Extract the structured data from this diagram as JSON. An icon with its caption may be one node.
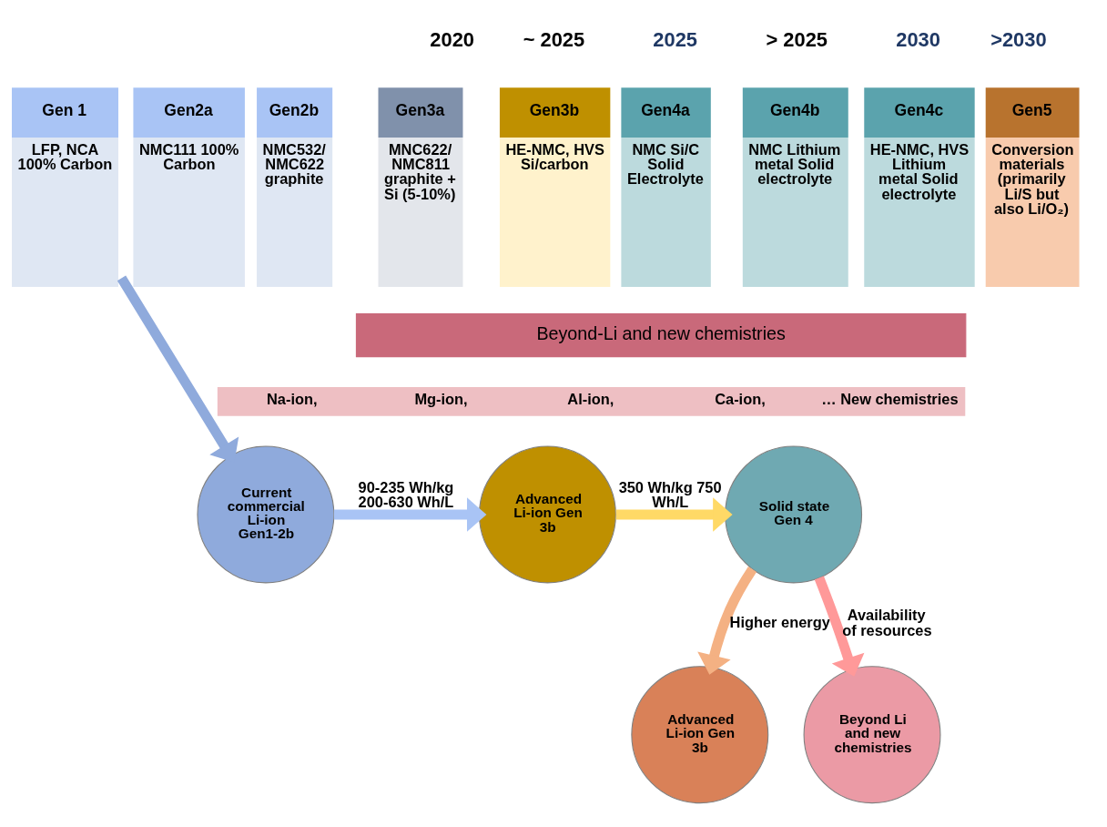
{
  "diagram": {
    "nodes": [
      {
        "text": [
          "Gen 1",
          "LFP, NCA 100% Carbon"
        ]
      },
      {
        "text": [
          "Gen2a",
          "NMC111 100% Carbon"
        ]
      },
      {
        "text": [
          "Gen2b",
          "NMC532/ NMC622 graphite"
        ]
      },
      {
        "text": [
          "Gen3a",
          "MNC622/ NMC811 graphite + Si (5-10%)"
        ]
      },
      {
        "text": [
          "Gen3b",
          "HE-NMC, HVS Si/carbon"
        ]
      },
      {
        "text": [
          "Gen4a",
          "NMC Si/C Solid Electrolyte"
        ]
      },
      {
        "text": [
          "Gen4b",
          "NMC Lithium metal Solid electrolyte"
        ]
      },
      {
        "text": [
          "Gen4c",
          "HE-NMC, HVS Lithium metal Solid electrolyte"
        ]
      },
      {
        "text": [
          "Gen5",
          "Conversion materials (primarily Li/S but also Li/O₂)"
        ]
      },
      {
        "text": [
          "Beyond-Li and new chemistries"
        ]
      },
      {
        "text": [
          "Na-ion,",
          "Mg-ion,",
          "Al-ion,",
          "Ca-ion,",
          "… New chemistries"
        ]
      },
      {
        "text": [
          "Current commercial Li-ion Gen1-2b"
        ]
      },
      {
        "text": [
          "Advanced Li-ion Gen 3b"
        ]
      },
      {
        "text": [
          "Solid state Gen 4"
        ]
      },
      {
        "text": [
          "Advanced Li-ion Gen 3b"
        ]
      },
      {
        "text": [
          "Beyond Li and new chemistries"
        ]
      }
    ],
    "edges": [
      {
        "from": 0,
        "to": 11,
        "arrow": "to",
        "color": "#8faadc"
      },
      {
        "from": 11,
        "to": 12,
        "arrow": "to",
        "label": "90-235 Wh/kg 200-630 Wh/L",
        "color": "#a9c4f5"
      },
      {
        "from": 12,
        "to": 13,
        "arrow": "to",
        "label": "350 Wh/kg 750 Wh/L",
        "color": "#ffd966"
      },
      {
        "from": 13,
        "to": 14,
        "arrow": "to",
        "label": "Higher energy",
        "color": "#f4b183"
      },
      {
        "from": 13,
        "to": 15,
        "arrow": "to",
        "label": "Availability of resources",
        "color": "#ff9999"
      }
    ],
    "labels": [
      "2020",
      "~ 2025",
      "2025",
      "> 2025",
      "2030",
      ">2030"
    ]
  }
}
